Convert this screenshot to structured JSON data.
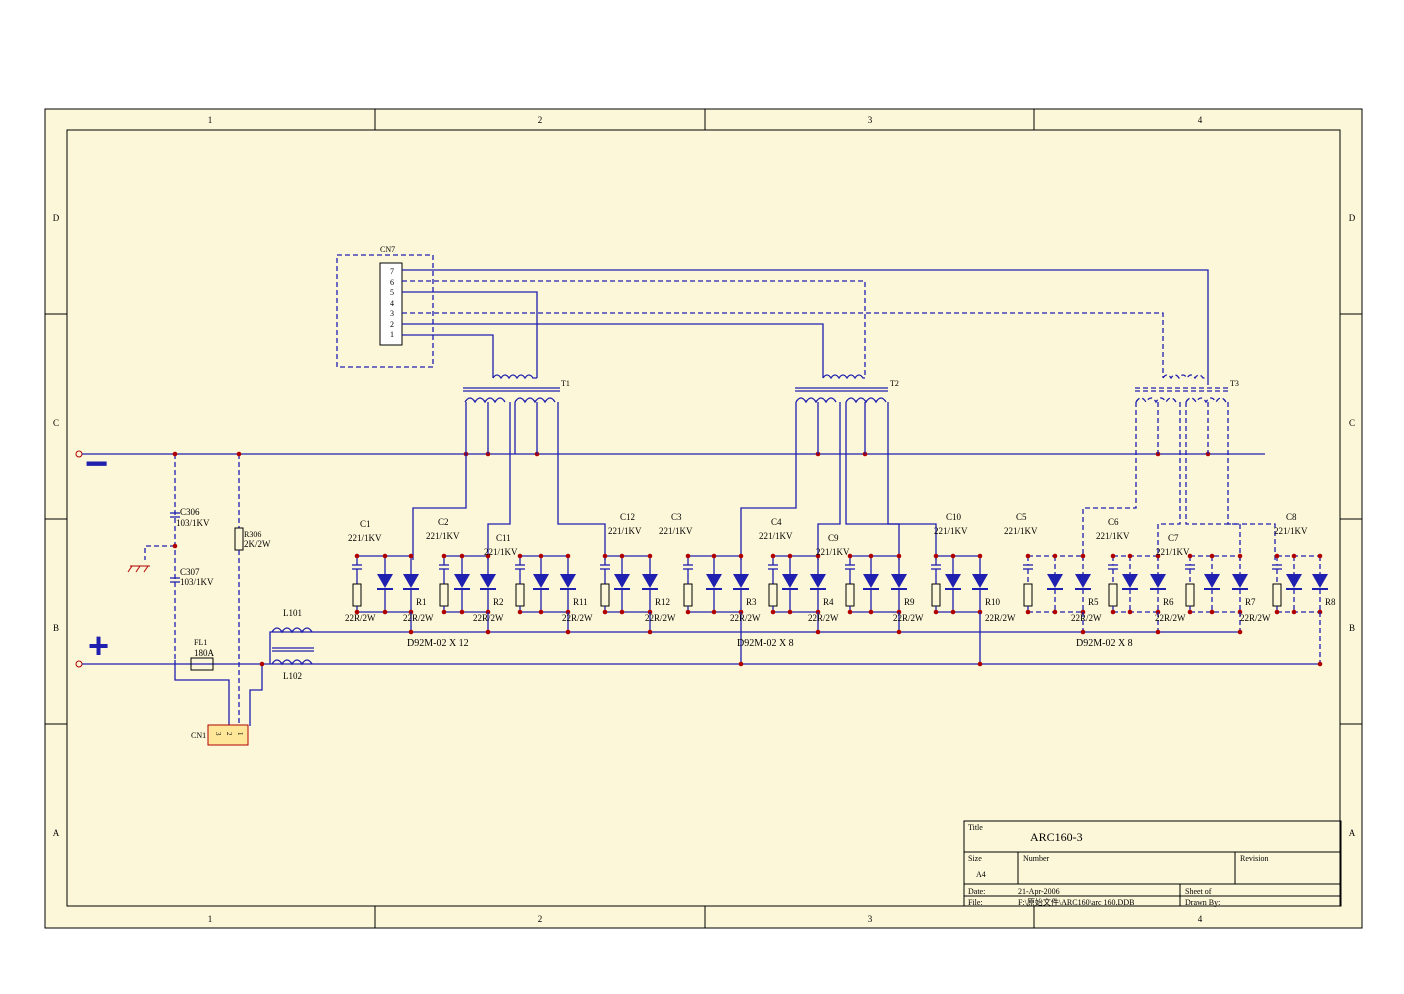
{
  "frame": {
    "col_labels": [
      "1",
      "2",
      "3",
      "4"
    ],
    "row_labels": [
      "D",
      "C",
      "B",
      "A"
    ],
    "colors": {
      "paper": "#fcf7d8",
      "frame": "#000000",
      "wire": "#1f1fb0",
      "junction": "#b00000",
      "component_fill": "#ffe79a"
    }
  },
  "title_block": {
    "title_label": "Title",
    "title": "ARC160-3",
    "size_label": "Size",
    "size": "A4",
    "number_label": "Number",
    "revision_label": "Revision",
    "date_label": "Date:",
    "date": "21-Apr-2006",
    "sheet_label": "Sheet    of",
    "file_label": "File:",
    "file": "F:\\原始文件\\ARC160\\arc 160.DDB",
    "drawn_label": "Drawn By:"
  },
  "connector_cn7": {
    "ref": "CN7",
    "pins": [
      "7",
      "6",
      "5",
      "4",
      "3",
      "2",
      "1"
    ]
  },
  "connector_cn1": {
    "ref": "CN1",
    "pins": [
      "3",
      "2",
      "1"
    ]
  },
  "transformers": [
    "T1",
    "T2",
    "T3"
  ],
  "input": {
    "minus_symbol": "−",
    "plus_symbol": "+",
    "c306_ref": "C306",
    "c306_val": "103/1KV",
    "c307_ref": "C307",
    "c307_val": "103/1KV",
    "r306_ref": "R306",
    "r306_val": "2K/2W",
    "fuse_ref": "FL1",
    "fuse_val": "180A",
    "l101": "L101",
    "l102": "L102"
  },
  "cap_value": "221/1KV",
  "res_value": "22R/2W",
  "capacitors": [
    "C1",
    "C2",
    "C11",
    "C12",
    "C3",
    "C4",
    "C9",
    "C10",
    "C5",
    "C6",
    "C7",
    "C8"
  ],
  "resistors": [
    "R1",
    "R2",
    "R11",
    "R12",
    "R3",
    "R4",
    "R9",
    "R10",
    "R5",
    "R6",
    "R7",
    "R8"
  ],
  "diode_notes": [
    "D92M-02  X 12",
    "D92M-02  X 8",
    "D92M-02  X 8"
  ]
}
